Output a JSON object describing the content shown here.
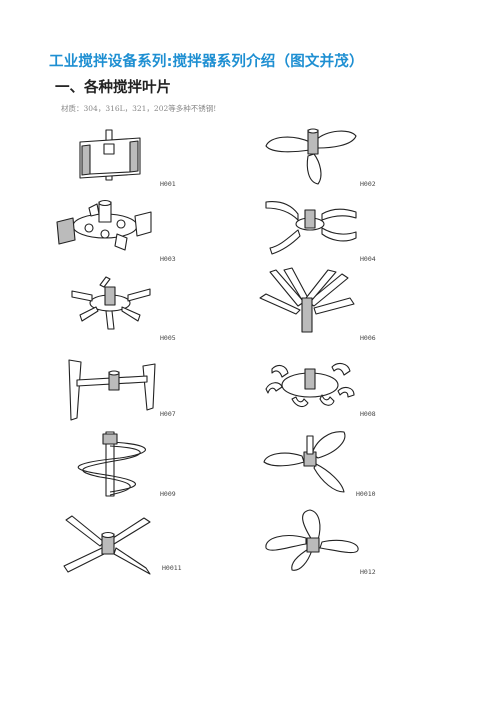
{
  "doc": {
    "title": "工业搅拌设备系列:搅拌器系列介绍（图文并茂）",
    "section_heading": "一、各种搅拌叶片",
    "note": "材质：304，316L，321，202等多种不锈钢!"
  },
  "impellers": [
    {
      "code": "H001",
      "icon": "anchor-paddle-impeller"
    },
    {
      "code": "H002",
      "icon": "three-blade-propeller"
    },
    {
      "code": "H003",
      "icon": "disc-turbine-impeller"
    },
    {
      "code": "H004",
      "icon": "curved-blade-turbine"
    },
    {
      "code": "H005",
      "icon": "flat-blade-disc-turbine"
    },
    {
      "code": "H006",
      "icon": "pitched-blade-turbine"
    },
    {
      "code": "H007",
      "icon": "frame-paddle-impeller"
    },
    {
      "code": "H008",
      "icon": "curved-disc-turbine"
    },
    {
      "code": "H009",
      "icon": "helical-ribbon-impeller"
    },
    {
      "code": "H0010",
      "icon": "marine-propeller"
    },
    {
      "code": "H0011",
      "icon": "four-flat-blade-paddle"
    },
    {
      "code": "H012",
      "icon": "wide-blade-hydrofoil"
    }
  ]
}
